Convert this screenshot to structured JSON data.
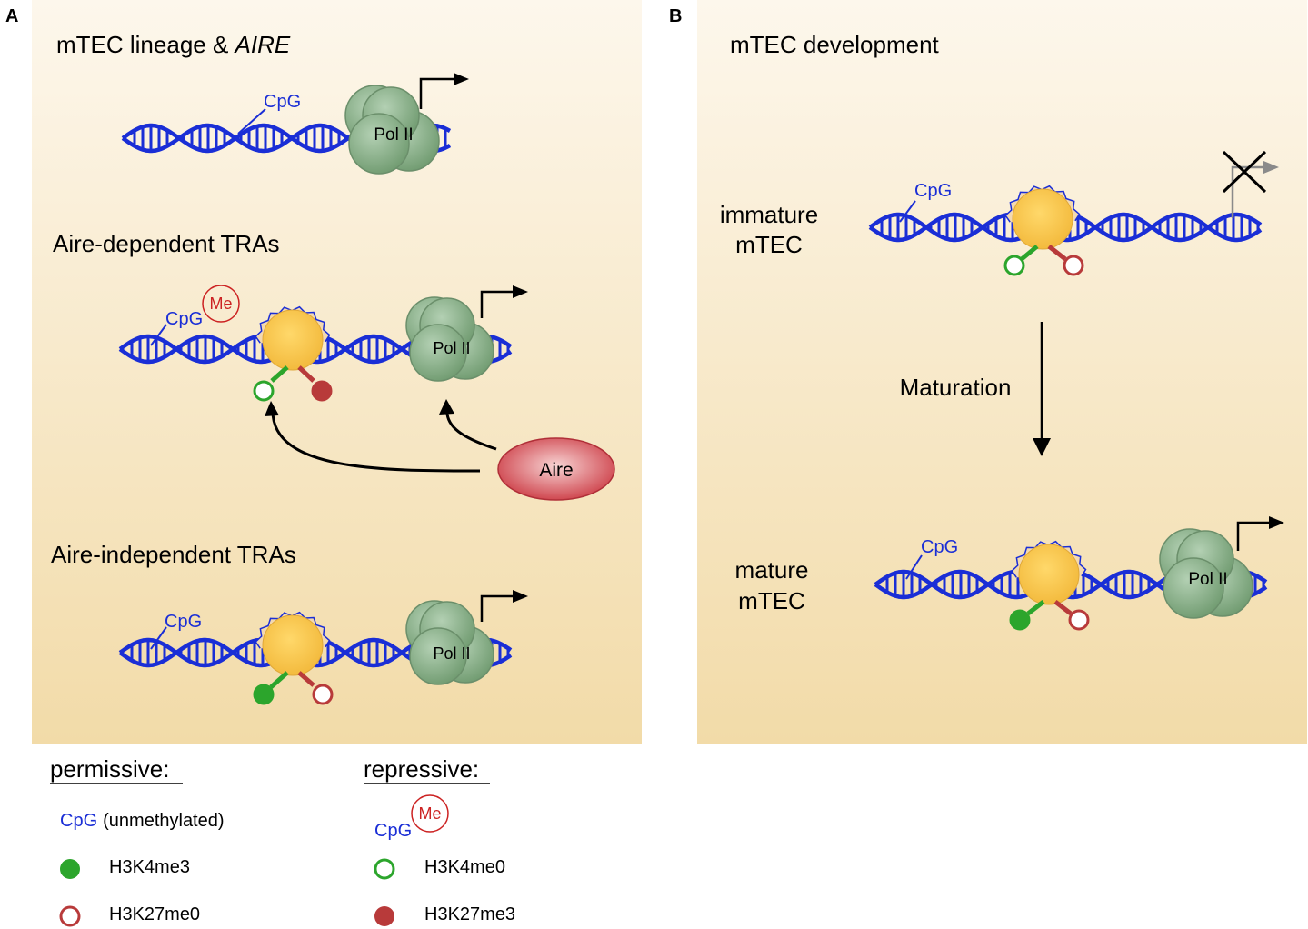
{
  "panel_a": {
    "letter": "A",
    "title_prefix": "mTEC lineage & ",
    "title_gene": "AIRE",
    "row1_cpg": "CpG",
    "row1_pol": "Pol II",
    "row2_title": "Aire-dependent TRAs",
    "row2_cpg": "CpG",
    "row2_me": "Me",
    "row2_pol": "Pol II",
    "aire_label": "Aire",
    "row3_title": "Aire-independent TRAs",
    "row3_cpg": "CpG",
    "row3_pol": "Pol II"
  },
  "panel_b": {
    "letter": "B",
    "title": "mTEC development",
    "immature_line1": "immature",
    "immature_line2": "mTEC",
    "immature_cpg": "CpG",
    "maturation": "Maturation",
    "mature_line1": "mature",
    "mature_line2": "mTEC",
    "mature_cpg": "CpG",
    "mature_pol": "Pol II"
  },
  "legend": {
    "permissive_heading": "permissive:",
    "permissive_cpg": "CpG",
    "permissive_cpg_note": "(unmethylated)",
    "permissive_k4": "H3K4me3",
    "permissive_k27": "H3K27me0",
    "repressive_heading": "repressive:",
    "repressive_cpg": "CpG",
    "repressive_me": "Me",
    "repressive_k4": "H3K4me0",
    "repressive_k27": "H3K27me3"
  },
  "colors": {
    "dna": "#1a2ed6",
    "cpg_text": "#1a2ed6",
    "methyl": "#cc2222",
    "k4_green": "#2ca52c",
    "k27_red": "#b83a3a",
    "polii": "#8fb58f",
    "nucleosome": "#f7c64a",
    "aire": "#d9535c",
    "panel_top": "#fdf7ec",
    "panel_bottom": "#f2dba8"
  }
}
